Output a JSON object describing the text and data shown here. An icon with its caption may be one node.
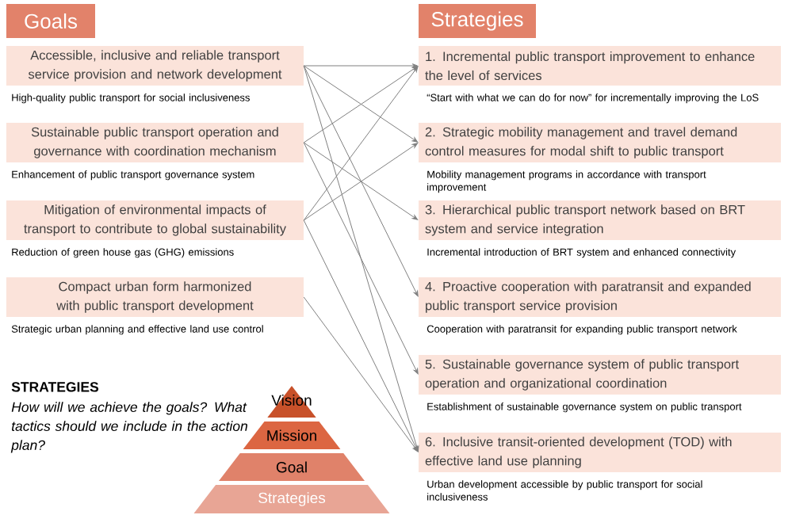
{
  "diagram": {
    "nodes": [
      {
        "text": [
          "Goals"
        ]
      },
      {
        "text": [
          "Strategies"
        ]
      },
      {
        "text": [
          "Accessible, inclusive and reliable transport service provision and network development"
        ],
        "beside": [
          "High-quality public transport for social inclusiveness"
        ]
      },
      {
        "text": [
          "Sustainable public transport operation and governance with coordination mechanism"
        ],
        "beside": [
          "Enhancement of public transport governance system"
        ]
      },
      {
        "text": [
          "Mitigation of environmental impacts of transport to contribute to global sustainability"
        ],
        "beside": [
          "Reduction of green house gas (GHG) emissions"
        ]
      },
      {
        "text": [
          "Compact urban form harmonized with public transport development"
        ],
        "beside": [
          "Strategic urban planning and effective land use control"
        ]
      },
      {
        "text": [
          "1. Incremental public transport improvement to enhance the level of services"
        ],
        "beside": [
          "“Start with what we can do for now” for incrementally improving the LoS"
        ]
      },
      {
        "text": [
          "2. Strategic mobility management and travel demand control measures for modal shift to public transport"
        ],
        "beside": [
          "Mobility management programs in accordance with transport improvement"
        ]
      },
      {
        "text": [
          "3. Hierarchical public transport network based on BRT system and service integration"
        ],
        "beside": [
          "Incremental introduction of BRT system and enhanced connectivity"
        ]
      },
      {
        "text": [
          "4. Proactive cooperation with paratransit and expanded public transport service provision"
        ],
        "beside": [
          "Cooperation with paratransit for expanding public transport network"
        ]
      },
      {
        "text": [
          "5. Sustainable governance system of public transport operation and organizational coordination"
        ],
        "beside": [
          "Establishment of sustainable governance system on public transport"
        ]
      },
      {
        "text": [
          "6. Inclusive transit-oriented development (TOD) with effective land use planning"
        ],
        "beside": [
          "Urban development accessible by public transport for social inclusiveness"
        ]
      },
      {
        "text": [
          "Vision"
        ]
      },
      {
        "text": [
          "Mission"
        ]
      },
      {
        "text": [
          "Goal"
        ]
      },
      {
        "text": [
          "Strategies"
        ]
      }
    ],
    "edges": [
      {
        "from": 2,
        "to": 6,
        "arrow": "to"
      },
      {
        "from": 2,
        "to": 7,
        "arrow": "to"
      },
      {
        "from": 2,
        "to": 9,
        "arrow": "to"
      },
      {
        "from": 2,
        "to": 11,
        "arrow": "to"
      },
      {
        "from": 3,
        "to": 6,
        "arrow": "to"
      },
      {
        "from": 3,
        "to": 8,
        "arrow": "to"
      },
      {
        "from": 3,
        "to": 10,
        "arrow": "to"
      },
      {
        "from": 4,
        "to": 6,
        "arrow": "to"
      },
      {
        "from": 4,
        "to": 7,
        "arrow": "to"
      },
      {
        "from": 4,
        "to": 11,
        "arrow": "to"
      },
      {
        "from": 5,
        "to": 11,
        "arrow": "to"
      }
    ],
    "labels": [
      "STRATEGIES",
      "How will we achieve the goals? What tactics should we include in the action plan?"
    ]
  }
}
